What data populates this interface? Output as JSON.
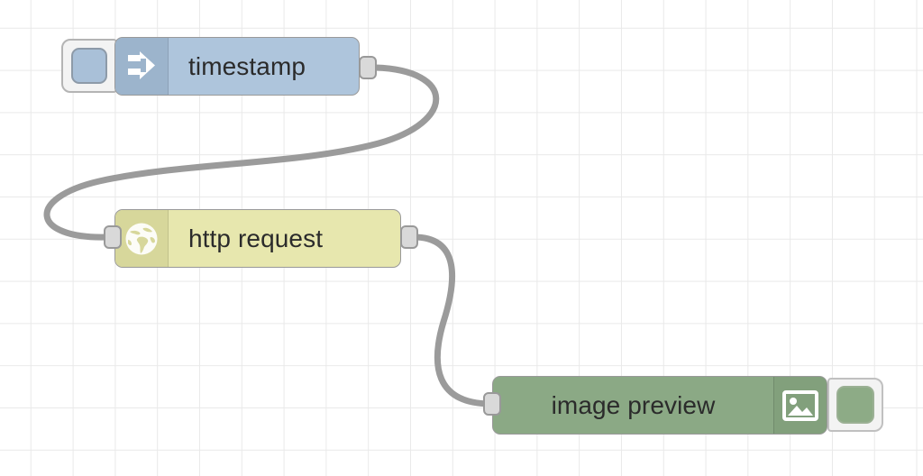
{
  "canvas": {
    "name": "node-red-flow-canvas",
    "background": "#ffffff",
    "grid_color": "#e9e9e9",
    "grid_size": 47
  },
  "wire_color": "#9b9b9b",
  "nodes": [
    {
      "id": "inject",
      "label": "timestamp",
      "type": "inject",
      "icon": "inject-arrow-icon",
      "body_color": "#aec5dc",
      "icon_color": "#9cb4cc",
      "border_color": "#999999",
      "label_align": "right",
      "has_inject_button": true,
      "inputs": 0,
      "outputs": 1
    },
    {
      "id": "http-request",
      "label": "http request",
      "type": "http request",
      "icon": "globe-icon",
      "body_color": "#e7e7ae",
      "icon_color": "#d7d79b",
      "border_color": "#999999",
      "label_align": "right",
      "has_inject_button": false,
      "inputs": 1,
      "outputs": 1
    },
    {
      "id": "image-preview",
      "label": "image preview",
      "type": "image",
      "icon": "image-preview-icon",
      "body_color": "#8ba985",
      "icon_color": "#82a07c",
      "border_color": "#999999",
      "label_align": "left",
      "has_status_button": true,
      "inputs": 1,
      "outputs": 0
    }
  ],
  "wires": [
    {
      "from": "inject",
      "to": "http-request"
    },
    {
      "from": "http-request",
      "to": "image-preview"
    }
  ]
}
